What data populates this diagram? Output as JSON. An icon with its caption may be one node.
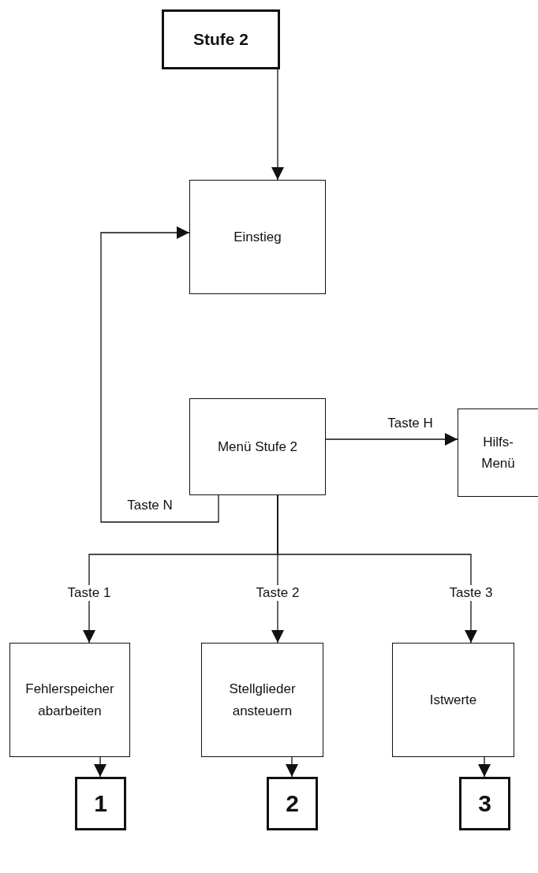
{
  "diagram": {
    "nodes": [
      {
        "text": [
          "Stufe 2"
        ]
      },
      {
        "text": [
          "Einstieg"
        ]
      },
      {
        "text": [
          "Menü Stufe 2"
        ]
      },
      {
        "text": [
          "Hilfs- Menü"
        ]
      },
      {
        "text": [
          "Fehlerspeicher abarbeiten"
        ]
      },
      {
        "text": [
          "Stellglieder ansteuern"
        ]
      },
      {
        "text": [
          "Istwerte"
        ]
      },
      {
        "text": [
          "1"
        ]
      },
      {
        "text": [
          "2"
        ]
      },
      {
        "text": [
          "3"
        ]
      }
    ],
    "edges": [
      {
        "from": 0,
        "to": 1,
        "arrow": "to"
      },
      {
        "from": 2,
        "to": 1,
        "arrow": "to",
        "label": "Taste N"
      },
      {
        "from": 2,
        "to": 3,
        "arrow": "to",
        "label": "Taste H"
      },
      {
        "from": 2,
        "to": 4,
        "arrow": "to",
        "label": "Taste 1"
      },
      {
        "from": 2,
        "to": 5,
        "arrow": "to",
        "label": "Taste 2"
      },
      {
        "from": 2,
        "to": 6,
        "arrow": "to",
        "label": "Taste 3"
      },
      {
        "from": 4,
        "to": 7,
        "arrow": "to"
      },
      {
        "from": 5,
        "to": 8,
        "arrow": "to"
      },
      {
        "from": 6,
        "to": 9,
        "arrow": "to"
      }
    ]
  }
}
